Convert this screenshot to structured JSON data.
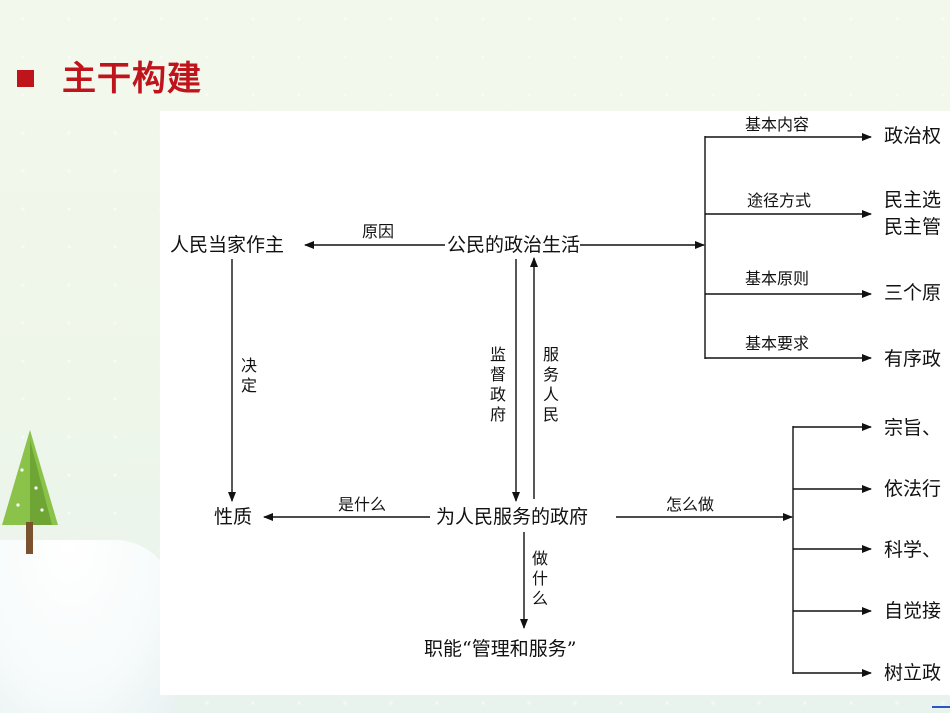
{
  "slide": {
    "title": "主干构建"
  },
  "diagram": {
    "center_top": "公民的政治生活",
    "left_top": "人民当家作主",
    "label_reason": "原因",
    "label_decide": "决定",
    "left_bottom": "性质",
    "label_what": "是什么",
    "center_bottom": "为人民服务的政府",
    "label_supervise": "监督政府",
    "label_serve": "服务人民",
    "label_do_what": "做什么",
    "function_node": "职能“管理和服务”",
    "label_how": "怎么做",
    "right_top_branches": [
      {
        "label": "基本内容",
        "target": "政治权"
      },
      {
        "label": "途径方式",
        "target": "民主选",
        "target2": "民主管"
      },
      {
        "label": "基本原则",
        "target": "三个原"
      },
      {
        "label": "基本要求",
        "target": "有序政"
      }
    ],
    "right_bottom_items": [
      "宗旨、",
      "依法行",
      "科学、",
      "自觉接",
      "树立政"
    ]
  }
}
